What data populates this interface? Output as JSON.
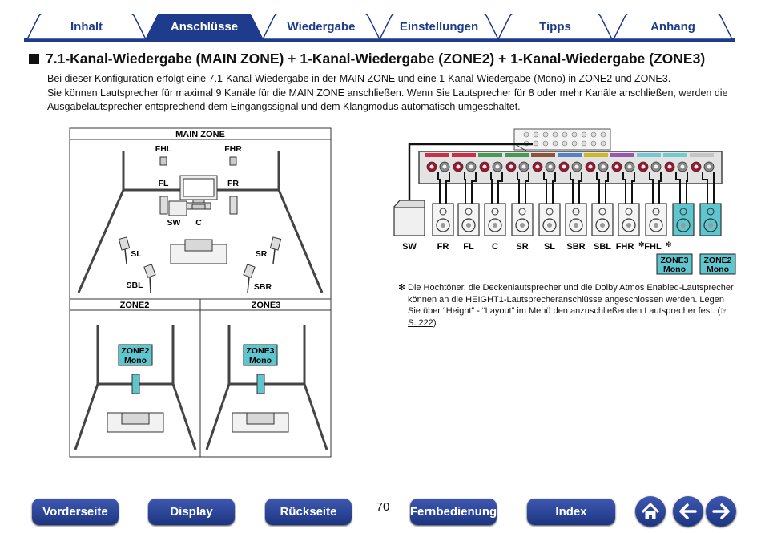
{
  "tabs": [
    {
      "label": "Inhalt",
      "active": false
    },
    {
      "label": "Anschlüsse",
      "active": true
    },
    {
      "label": "Wiedergabe",
      "active": false
    },
    {
      "label": "Einstellungen",
      "active": false
    },
    {
      "label": "Tipps",
      "active": false
    },
    {
      "label": "Anhang",
      "active": false
    }
  ],
  "heading": "7.1-Kanal-Wiedergabe (MAIN ZONE) + 1-Kanal-Wiedergabe (ZONE2) + 1-Kanal-Wiedergabe (ZONE3)",
  "paragraph1": "Bei dieser Konfiguration erfolgt eine 7.1-Kanal-Wiedergabe in der MAIN ZONE und eine 1-Kanal-Wiedergabe (Mono) in ZONE2 und ZONE3.",
  "paragraph2": "Sie können Lautsprecher für maximal 9 Kanäle für die MAIN ZONE anschließen. Wenn Sie Lautsprecher für 8 oder mehr Kanäle anschließen, werden die Ausgabelautsprecher entsprechend dem Eingangssignal und dem Klangmodus automatisch umgeschaltet.",
  "room": {
    "main_title": "MAIN ZONE",
    "zone2_title": "ZONE2",
    "zone3_title": "ZONE3",
    "labels": {
      "fhl": "FHL",
      "fhr": "FHR",
      "fl": "FL",
      "fr": "FR",
      "sw": "SW",
      "c": "C",
      "sl": "SL",
      "sr": "SR",
      "sbl": "SBL",
      "sbr": "SBR"
    },
    "zone2_box": [
      "ZONE2",
      "Mono"
    ],
    "zone3_box": [
      "ZONE3",
      "Mono"
    ]
  },
  "wiring": {
    "speakers": [
      "SW",
      "FR",
      "FL",
      "C",
      "SR",
      "SL",
      "SBR",
      "SBL",
      "FHR",
      "FHL"
    ],
    "fhr_label": "FHR",
    "fhl_label": "FHL",
    "asterisk": "✻",
    "zone3_box": [
      "ZONE3",
      "Mono"
    ],
    "zone2_box": [
      "ZONE2",
      "Mono"
    ]
  },
  "footnote": {
    "mark": "✻",
    "text": "Die Hochtöner, die Deckenlautsprecher und die Dolby Atmos Enabled-Lautsprecher können an die HEIGHT1-Lautsprecheranschlüsse angeschlossen werden. Legen Sie über “Height” - “Layout” im Menü den anzuschließenden Lautsprecher fest.",
    "ref_open": "(",
    "ref": "S. 222",
    "ref_close": ")",
    "ref_icon": "pointing-hand-icon"
  },
  "bottom_nav": [
    {
      "label": "Vorderseite"
    },
    {
      "label": "Display"
    },
    {
      "label": "Rückseite"
    },
    {
      "label": "Fernbedienung"
    },
    {
      "label": "Index"
    }
  ],
  "page_number": "70",
  "colors": {
    "navy": "#1f3b8c",
    "cyan": "#5ec6cf",
    "terminal_red": "#a3122a"
  }
}
